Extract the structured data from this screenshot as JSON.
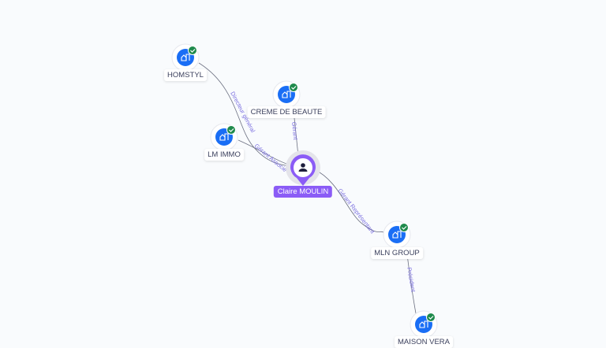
{
  "colors": {
    "company": "#1a6ef5",
    "verified": "#1f8a4c",
    "person": "#8b5cf6",
    "edge": "#6b6f80",
    "edge_label": "#7b6fe0"
  },
  "person": {
    "name": "Claire MOULIN",
    "icon": "user-icon"
  },
  "companies": [
    {
      "name": "HOMSTYL",
      "icon": "building-icon",
      "verified": true
    },
    {
      "name": "CREME DE BEAUTE",
      "icon": "building-icon",
      "verified": true
    },
    {
      "name": "LM IMMO",
      "icon": "building-icon",
      "verified": true
    },
    {
      "name": "MLN GROUP",
      "icon": "building-icon",
      "verified": true
    },
    {
      "name": "MAISON VERA",
      "icon": "building-icon",
      "verified": true
    }
  ],
  "edges": [
    {
      "from": "Claire MOULIN",
      "to": "HOMSTYL",
      "label": "Directeur général"
    },
    {
      "from": "Claire MOULIN",
      "to": "CREME DE BEAUTE",
      "label": "Gérant"
    },
    {
      "from": "Claire MOULIN",
      "to": "LM IMMO",
      "label": "Gérant Associé"
    },
    {
      "from": "Claire MOULIN",
      "to": "MLN GROUP",
      "label": "Gérant Représentant"
    },
    {
      "from": "MLN GROUP",
      "to": "MAISON VERA",
      "label": "Président"
    }
  ]
}
